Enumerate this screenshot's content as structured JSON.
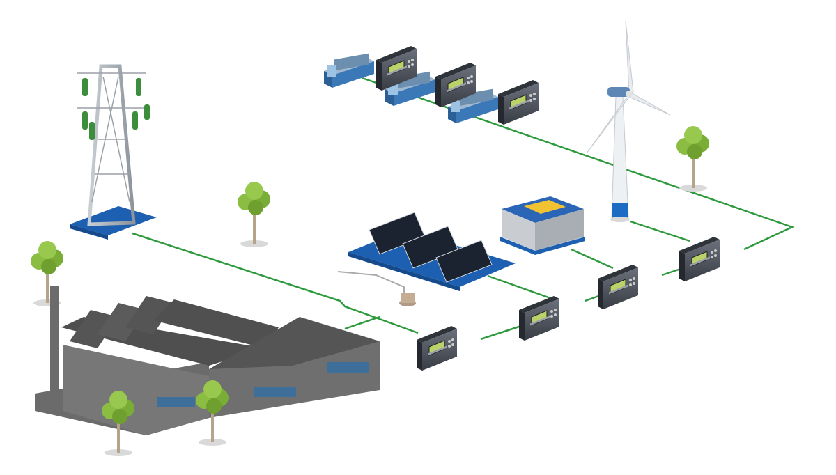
{
  "diagram": {
    "colors": {
      "link_line": "#2e9a3e",
      "platform_blue": "#1d5fb0",
      "controller_body": "#4a4f5a",
      "controller_screen": "#b9d36a",
      "genset_blue": "#3a78b8",
      "roof_gray": "#5a5a5a",
      "wall_gray": "#6b6b6b",
      "tree_green": "#7fb13a",
      "turbine_white": "#eef1f4"
    },
    "components": [
      {
        "icon": "transmission-tower-icon"
      },
      {
        "icon": "factory-icon"
      },
      {
        "icon": "generator-set-icon",
        "count": 3
      },
      {
        "icon": "wind-turbine-icon"
      },
      {
        "icon": "solar-panel-array-icon"
      },
      {
        "icon": "battery-storage-icon"
      },
      {
        "icon": "controller-unit-icon",
        "count": 7
      },
      {
        "icon": "tree-icon",
        "count": 5
      }
    ]
  }
}
